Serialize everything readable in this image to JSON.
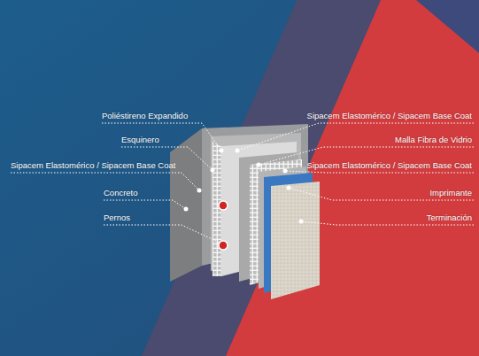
{
  "diagram": {
    "labels": [
      "Poliéstireno Expandido",
      "Esquinero",
      "Sipacem Elastomérico / Sipacem Base Coat",
      "Concreto",
      "Pernos",
      "Sipacem Elastomérico / Sipacem Base Coat",
      "Malla Fibra de Vidrio",
      "Sipacem Elastomérico / Sipacem Base Coat",
      "Imprimante",
      "Terminación"
    ]
  }
}
